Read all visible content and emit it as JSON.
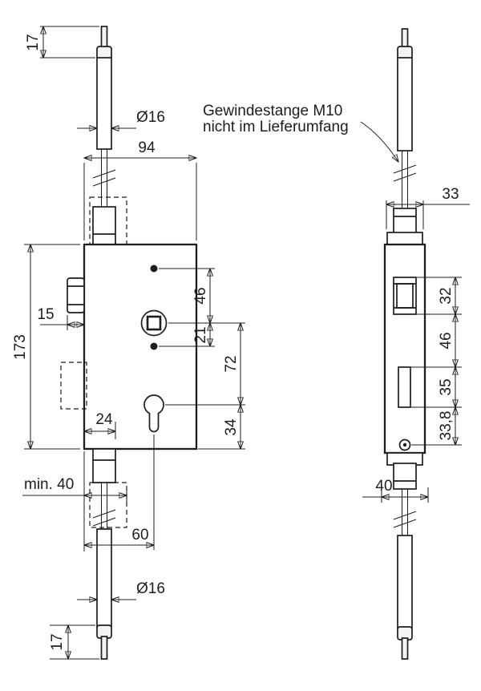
{
  "annotation": {
    "line1": "Gewindestange M10",
    "line2": "nicht im Lieferumfang"
  },
  "front_view": {
    "dims": {
      "rod_top_length": "17",
      "rod_top_dia": "Ø16",
      "body_width": "94",
      "body_height": "173",
      "follower_offset": "15",
      "screw_to_spindle": "46",
      "spindle_to_screw": "21",
      "spindle_to_cylinder": "72",
      "cylinder_to_bottom": "34",
      "slot_offset": "24",
      "min_clearance": "min. 40",
      "edge_to_cylinder": "60",
      "rod_bottom_dia": "Ø16",
      "rod_bottom_length": "17"
    }
  },
  "side_view": {
    "dims": {
      "body_depth": "33",
      "follower_height": "32",
      "follower_to_slot": "46",
      "slot_height": "35",
      "slot_to_screw": "33,8",
      "bottom_width": "40"
    }
  },
  "colors": {
    "line": "#1d1d1b",
    "background": "#ffffff"
  }
}
